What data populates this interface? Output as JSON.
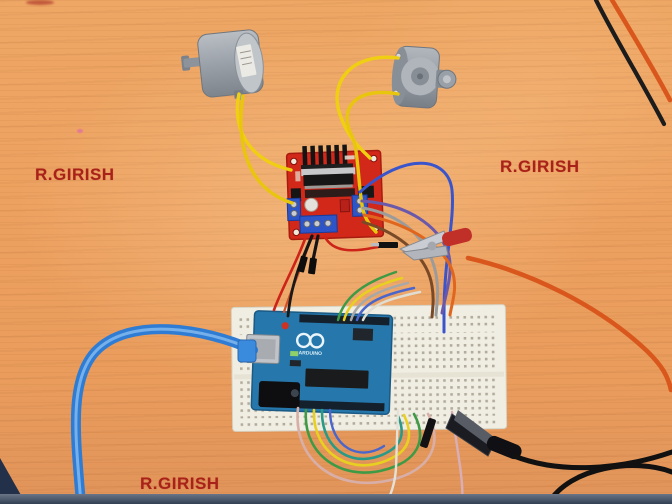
{
  "watermarks": {
    "left": "R.GIRISH",
    "right": "R.GIRISH",
    "bottom": "R.GIRISH"
  },
  "arduino": {
    "logo_text": "ARDUINO"
  },
  "components": {
    "motor_left": "dc-gear-motor",
    "motor_right": "dc-motor",
    "driver_board": "l298n-motor-driver",
    "microcontroller": "arduino-uno",
    "breadboard": "solderless-breadboard",
    "usb_cable": "blue-usb-cable",
    "clip_mid": "red-alligator-clip",
    "clip_bottom": "black-alligator-clip"
  },
  "colors": {
    "wood": "#eda160",
    "watermark_red": "#a92219",
    "pcb_red": "#d1281a",
    "arduino_blue": "#2677ab",
    "breadboard_white": "#f0ede2",
    "usb_blue": "#2e7cd4",
    "wire_yellow": "#f0cf12",
    "wire_orange": "#d9571c",
    "terminal_blue": "#2d55c8",
    "desk_edge": "#39455a"
  }
}
